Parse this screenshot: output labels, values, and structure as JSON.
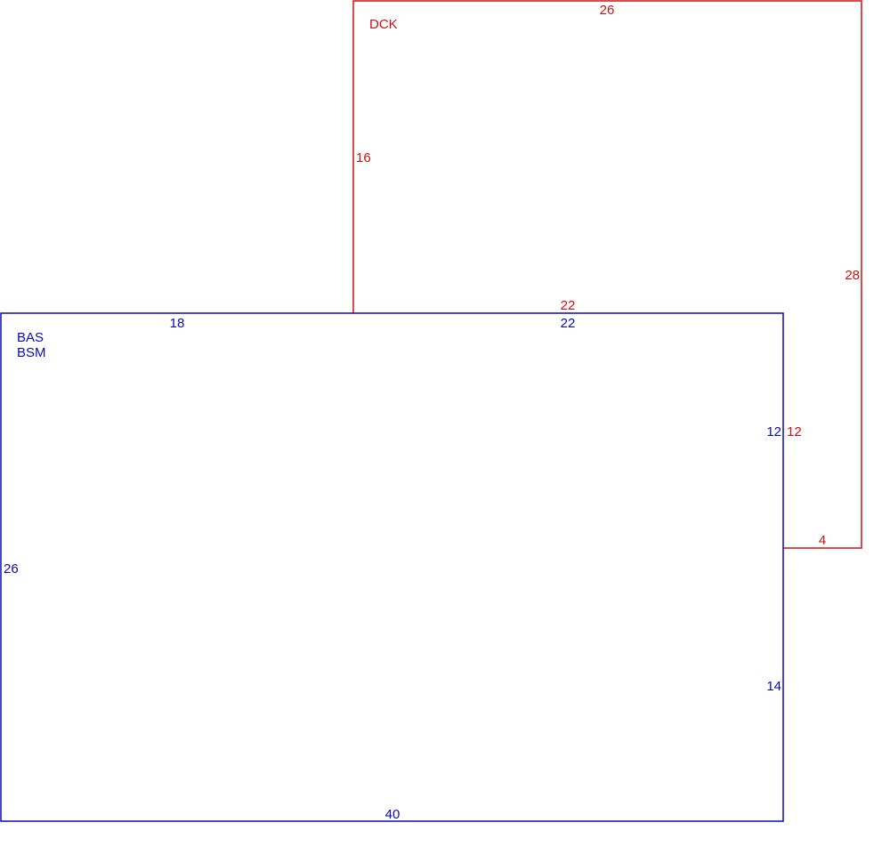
{
  "colors": {
    "dck": "#d01010",
    "bas": "#0a0ab4",
    "background": "#ffffff"
  },
  "dck": {
    "label": "DCK",
    "dimensions": {
      "top": "26",
      "left": "16",
      "right": "28",
      "bottom": "22",
      "inner_vertical": "12",
      "notch_bottom": "4"
    }
  },
  "bas": {
    "labels": [
      "BAS",
      "BSM"
    ],
    "dimensions": {
      "top_left": "18",
      "top_right": "22",
      "left": "26",
      "right_upper": "12",
      "right_lower": "14",
      "bottom": "40"
    }
  }
}
